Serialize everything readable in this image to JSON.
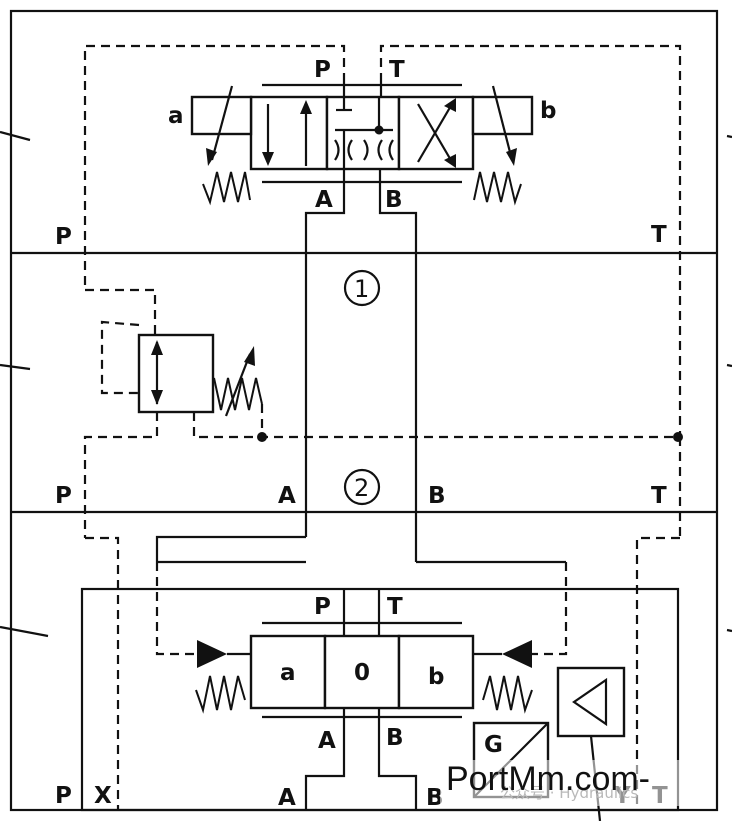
{
  "top_valve": {
    "port_p": "P",
    "port_t": "T",
    "port_a": "A",
    "port_b": "B",
    "solenoid_a": "a",
    "solenoid_b": "b"
  },
  "layer_labels": {
    "top_left_p": "P",
    "top_right_t": "T",
    "mid_left_p": "P",
    "mid_a": "A",
    "mid_b": "B",
    "mid_right_t": "T",
    "bottom_p": "P",
    "bottom_x": "X",
    "bottom_a": "A",
    "bottom_b": "B",
    "bottom_y": "Y",
    "bottom_t": "T"
  },
  "section_numbers": {
    "one": "1",
    "two": "2"
  },
  "main_valve": {
    "port_p": "P",
    "port_t": "T",
    "port_a": "A",
    "port_b": "B",
    "pos_a": "a",
    "pos_0": "0",
    "pos_b": "b"
  },
  "electronics": {
    "g_label": "G"
  },
  "watermark": {
    "text": "PortMm.com-",
    "faint": "公众号 · Hydraulics"
  }
}
